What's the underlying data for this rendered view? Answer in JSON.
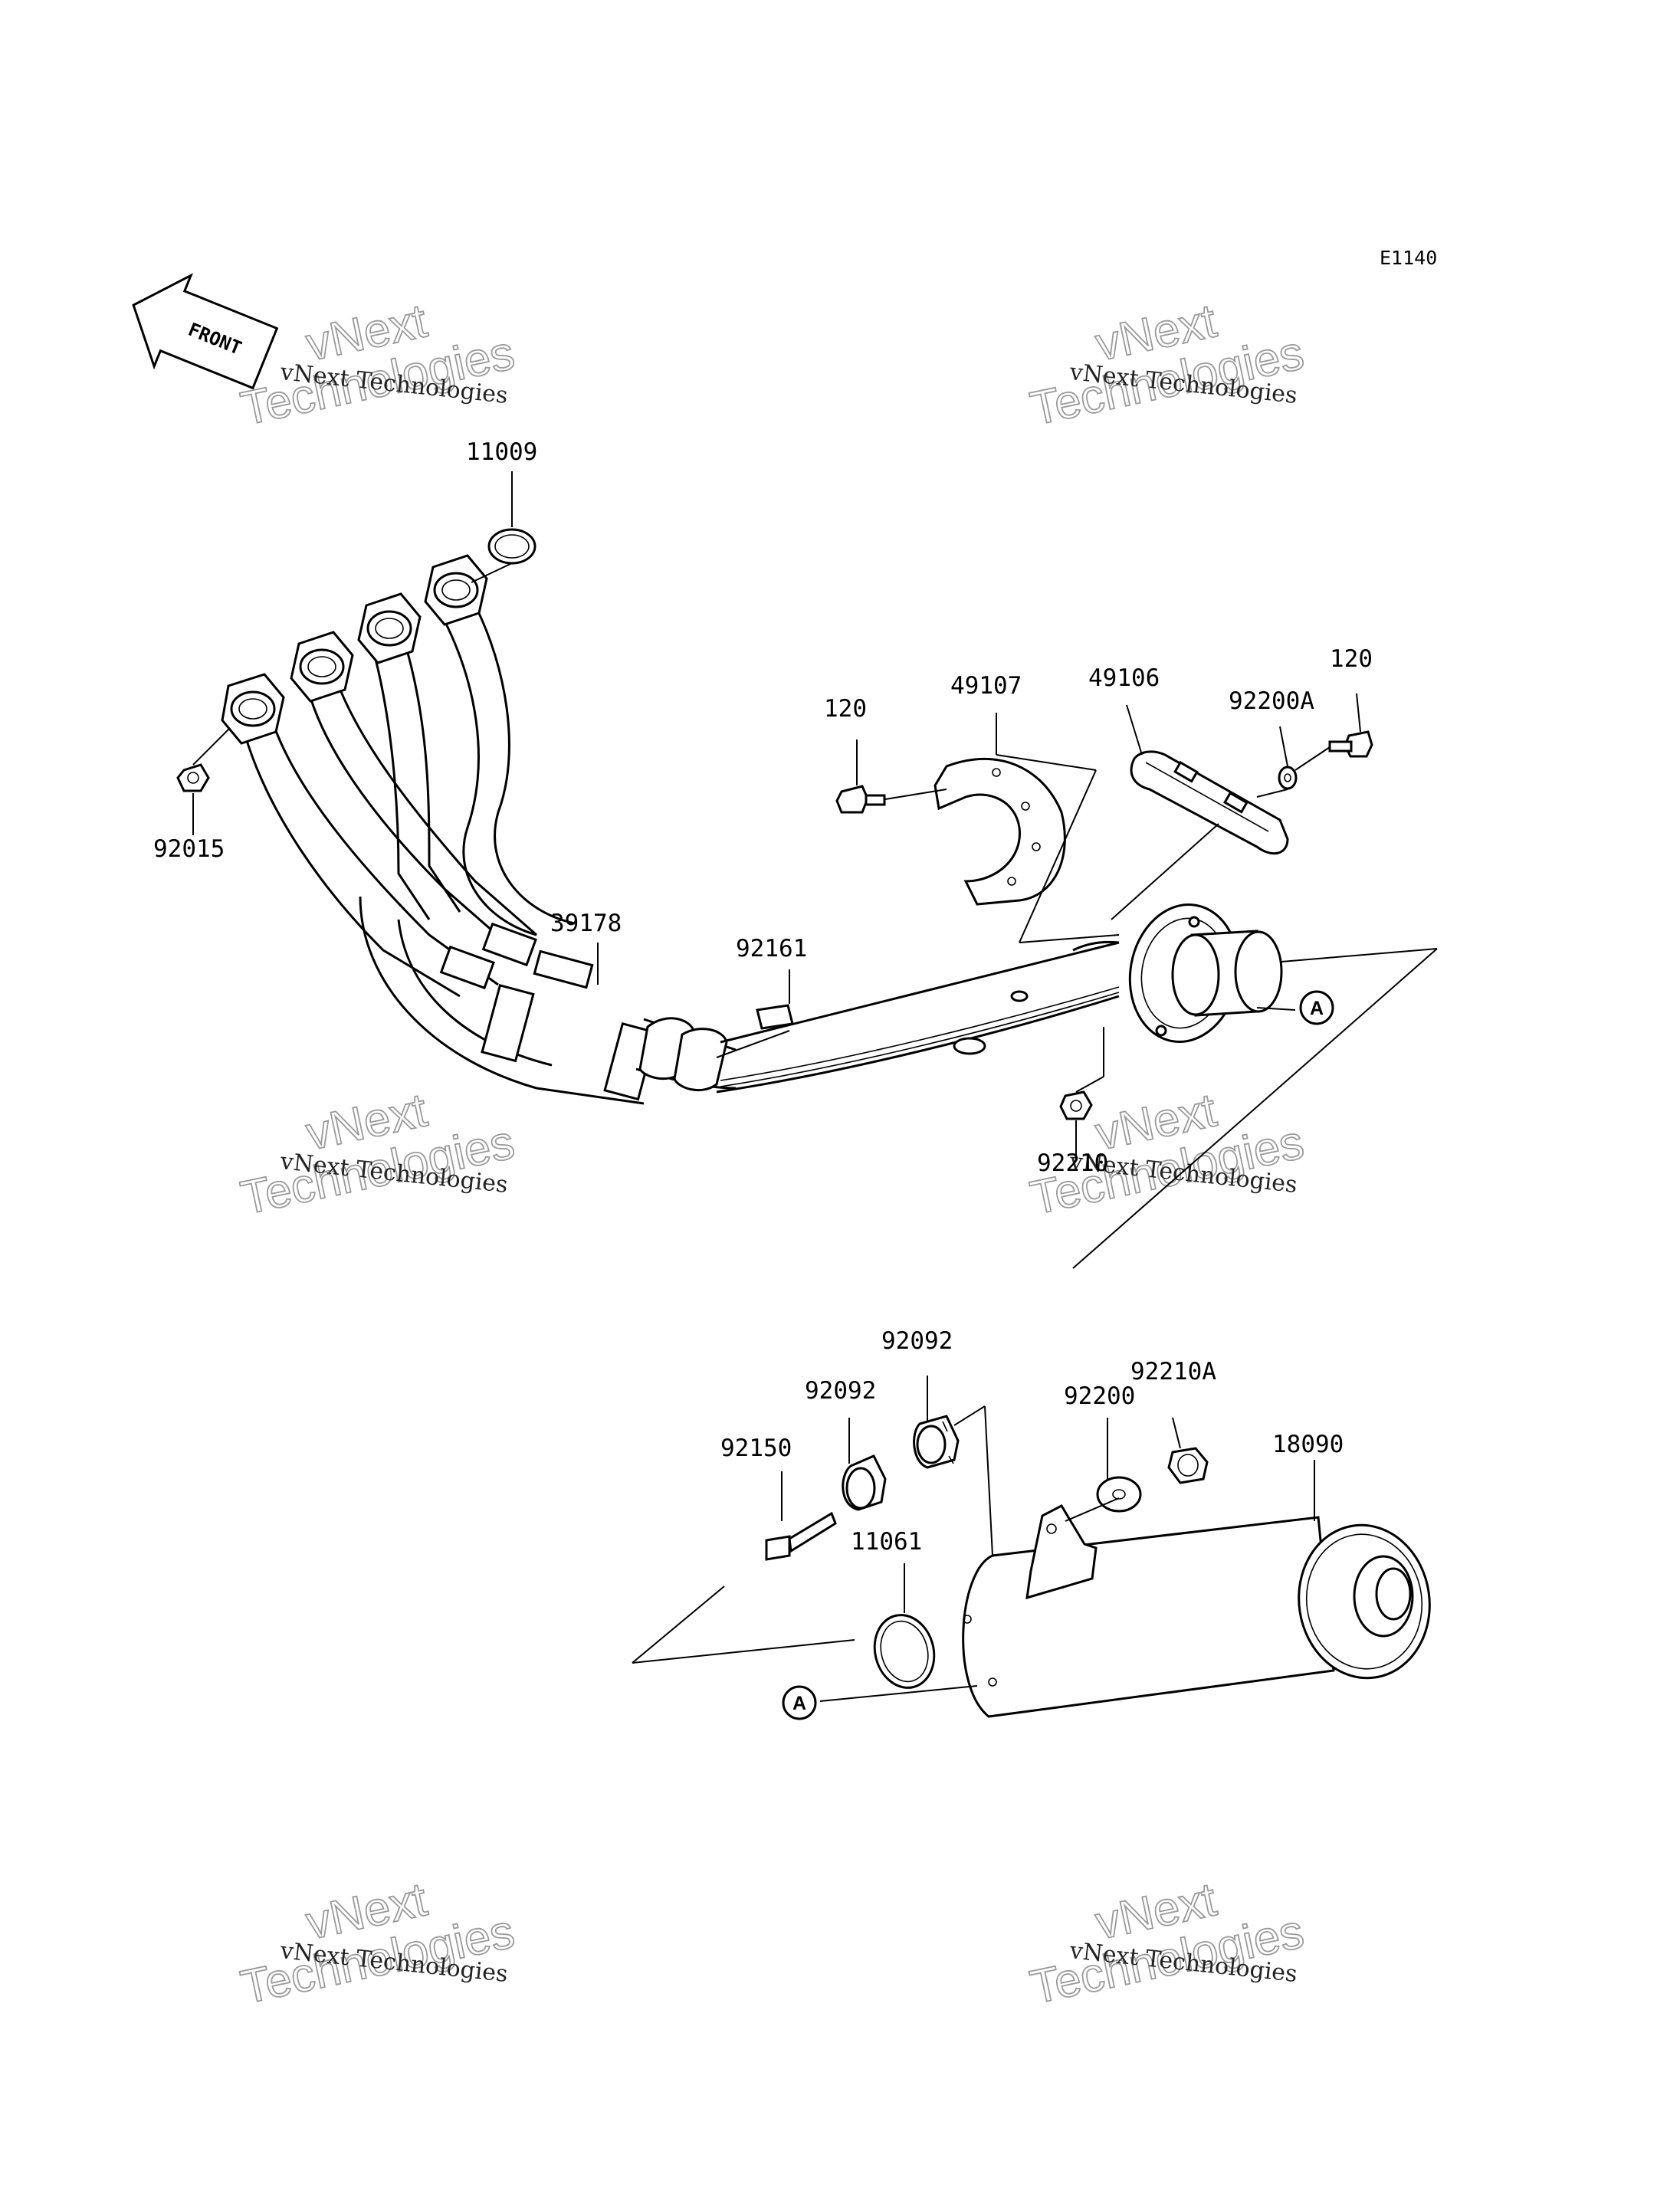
{
  "diagram_code": "E1140",
  "direction_label": "FRONT",
  "ref_marker": "A",
  "watermark": {
    "line1": "vNext Technologies",
    "line2": "vNext",
    "line3": "Technologies"
  },
  "parts": {
    "gasket_11009": "11009",
    "nut_92015": "92015",
    "pipe_39178": "39178",
    "label_92161": "92161",
    "bolt_120_left": "120",
    "cover_49107": "49107",
    "cover_49106": "49106",
    "washer_92200a": "92200A",
    "bolt_120_right": "120",
    "nut_92210": "92210",
    "damper_92092_upper": "92092",
    "damper_92092_lower": "92092",
    "bolt_92150": "92150",
    "gasket_11061": "11061",
    "washer_92200": "92200",
    "nut_92210a": "92210A",
    "muffler_18090": "18090"
  }
}
